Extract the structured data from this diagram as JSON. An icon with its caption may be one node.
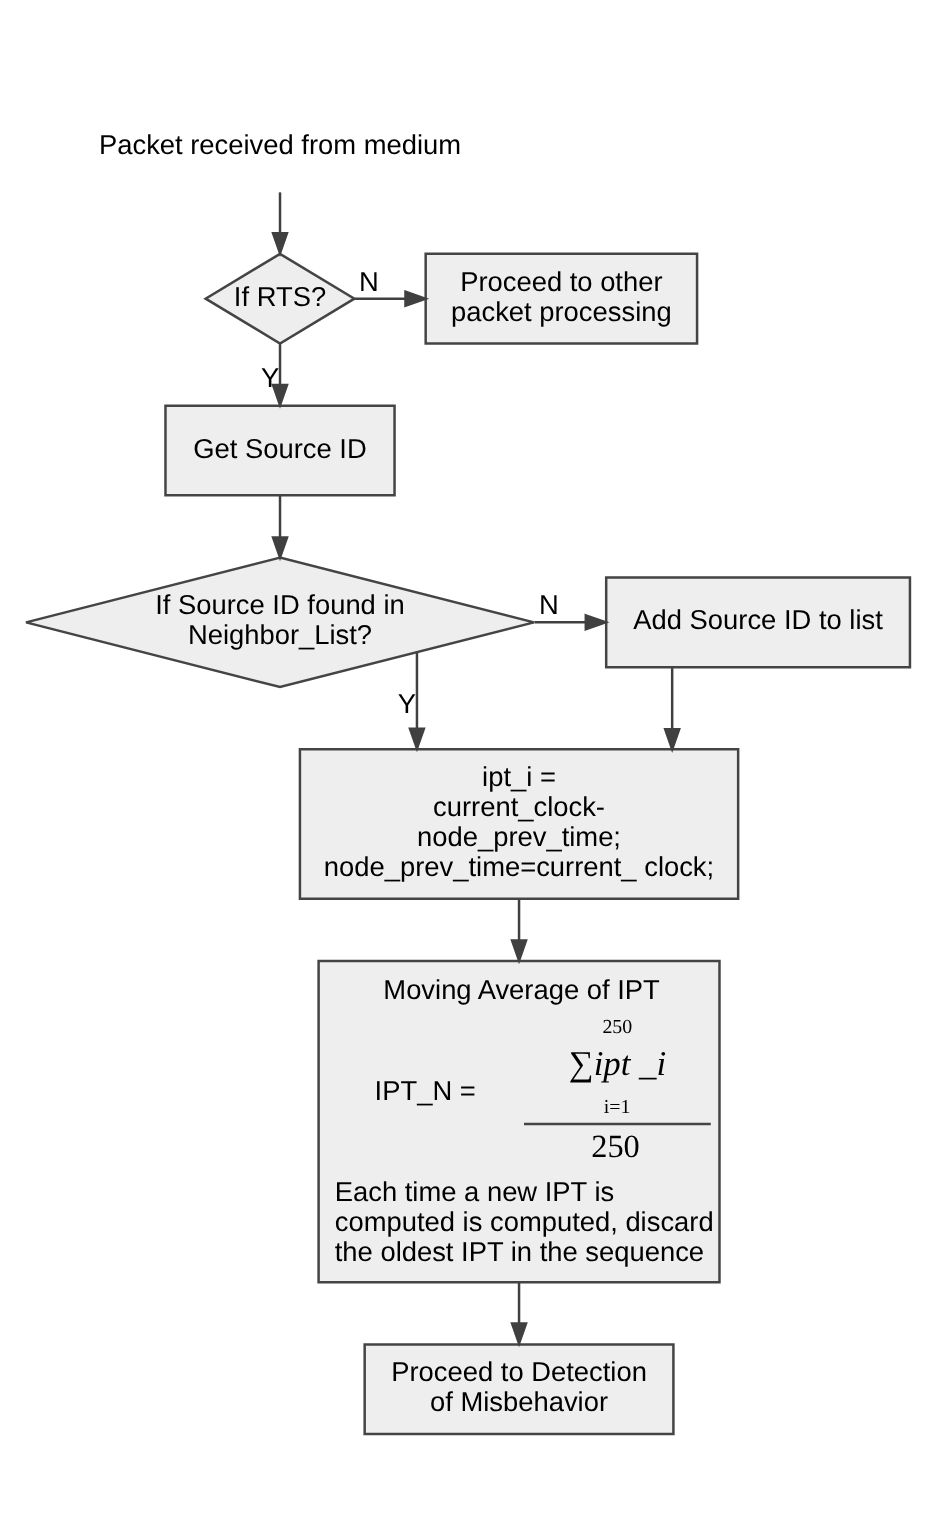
{
  "diagram": {
    "nodes": [
      {
        "text": [
          "Packet received from medium"
        ]
      },
      {
        "text": [
          "If RTS?"
        ]
      },
      {
        "text": [
          "Proceed to other packet processing"
        ]
      },
      {
        "text": [
          "Get Source ID"
        ]
      },
      {
        "text": [
          "If Source ID found in Neighbor_List?"
        ]
      },
      {
        "text": [
          "Add Source ID to list"
        ]
      },
      {
        "text": [
          "ipt_i = current_clock- node_prev_time; node_prev_time=current_ clock;"
        ]
      },
      {
        "text": [
          "Moving Average of IPT",
          "IPT_N =",
          "250",
          "∑ipt _i",
          "i=1",
          "250",
          "Each time a new IPT is computed is computed, discard the oldest IPT in the sequence"
        ]
      },
      {
        "text": [
          "Proceed to Detection of Misbehavior"
        ]
      }
    ],
    "edges": [
      {
        "from": 0,
        "to": 1,
        "arrow": "to"
      },
      {
        "from": 1,
        "to": 2,
        "arrow": "to",
        "label": "N"
      },
      {
        "from": 1,
        "to": 3,
        "arrow": "to",
        "label": "Y"
      },
      {
        "from": 3,
        "to": 4,
        "arrow": "to"
      },
      {
        "from": 4,
        "to": 5,
        "arrow": "to",
        "label": "N"
      },
      {
        "from": 4,
        "to": 6,
        "arrow": "to",
        "label": "Y"
      },
      {
        "from": 5,
        "to": 6,
        "arrow": "to"
      },
      {
        "from": 6,
        "to": 7,
        "arrow": "to"
      },
      {
        "from": 7,
        "to": 8,
        "arrow": "to"
      }
    ]
  }
}
